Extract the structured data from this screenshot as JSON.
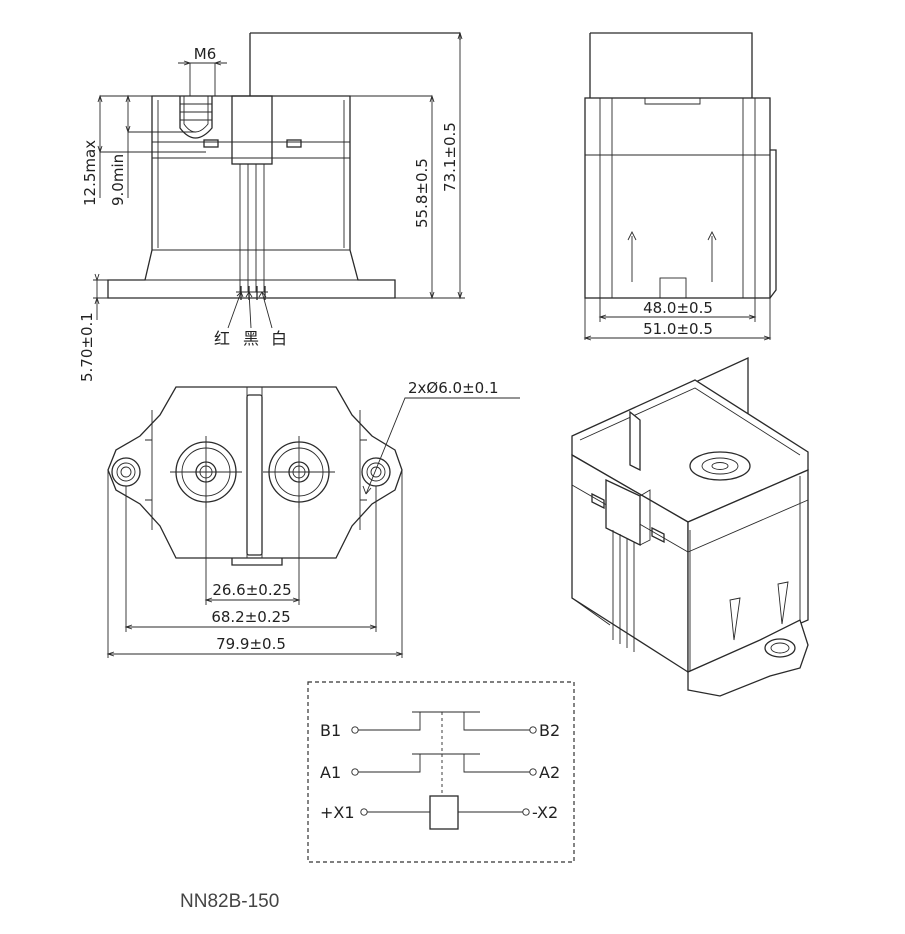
{
  "dimensions": {
    "thread": "M6",
    "screw_depth_max": "12.5max",
    "screw_depth_min": "9.0min",
    "body_height": "55.8±0.5",
    "total_height": "73.1±0.5",
    "flange_thickness": "5.70±0.1",
    "side_width_inner": "48.0±0.5",
    "side_width_outer": "51.0±0.5",
    "mount_holes": "2xØ6.0±0.1",
    "terminal_spacing": "26.6±0.25",
    "hole_spacing": "68.2±0.25",
    "overall_length": "79.9±0.5"
  },
  "wire_colors": [
    "红",
    "黑",
    "白"
  ],
  "schematic": {
    "left_terminals": [
      "B1",
      "A1",
      "+X1"
    ],
    "right_terminals": [
      "B2",
      "A2",
      "-X2"
    ]
  },
  "model": "NN82B-150"
}
